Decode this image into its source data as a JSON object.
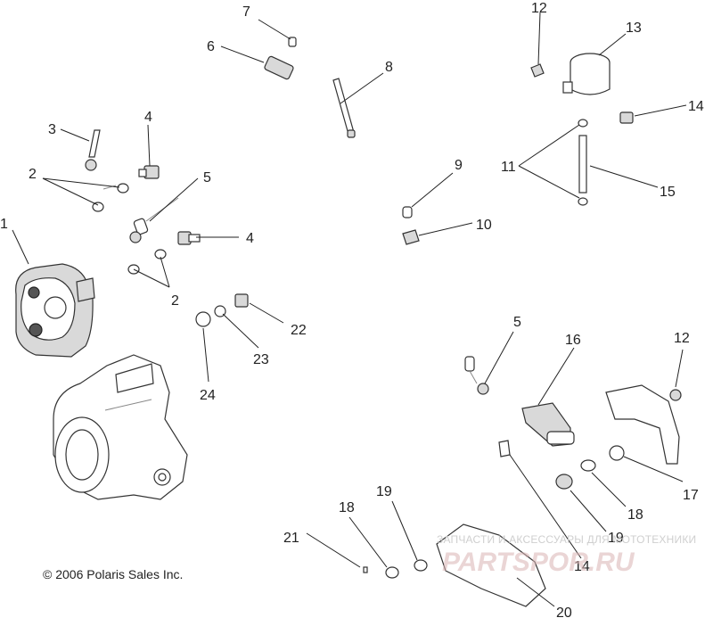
{
  "labels": [
    {
      "text": "1"
    },
    {
      "text": "2"
    },
    {
      "text": "3"
    },
    {
      "text": "4"
    },
    {
      "text": "5"
    },
    {
      "text": "6"
    },
    {
      "text": "7"
    },
    {
      "text": "8"
    },
    {
      "text": "9"
    },
    {
      "text": "10"
    },
    {
      "text": "11"
    },
    {
      "text": "12"
    },
    {
      "text": "13"
    },
    {
      "text": "14"
    },
    {
      "text": "15"
    },
    {
      "text": "4"
    },
    {
      "text": "2"
    },
    {
      "text": "22"
    },
    {
      "text": "23"
    },
    {
      "text": "24"
    },
    {
      "text": "5"
    },
    {
      "text": "16"
    },
    {
      "text": "12"
    },
    {
      "text": "17"
    },
    {
      "text": "18"
    },
    {
      "text": "19"
    },
    {
      "text": "18"
    },
    {
      "text": "19"
    },
    {
      "text": "21"
    },
    {
      "text": "14"
    },
    {
      "text": "20"
    }
  ],
  "copyright": "© 2006 Polaris Sales Inc.",
  "watermark": {
    "caption": "ЗАПЧАСТИ И АКСЕССУАРЫ ДЛЯ МОТОТЕХНИКИ",
    "logo_text": "PARTSPOR.RU"
  },
  "colors": {
    "line": "#222222",
    "watermark": "#d9b3b3"
  }
}
